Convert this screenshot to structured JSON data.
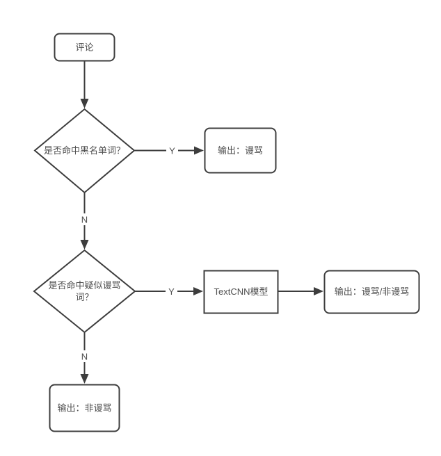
{
  "diagram": {
    "title": "comment-abuse-detection-flowchart",
    "colors": {
      "background": "#ffffff",
      "line": "#3d3d3d",
      "text": "#4f4f4f",
      "node_fill": "#ffffff"
    },
    "nodes": {
      "comment": {
        "label": "评论",
        "type": "rounded-rect"
      },
      "blacklist_check": {
        "label": "是否命中黑名单词？",
        "type": "diamond"
      },
      "output_abuse": {
        "label": "输出：谩骂",
        "type": "rounded-rect"
      },
      "suspect_check": {
        "label_line1": "是否命中疑似谩骂",
        "label_line2": "词？",
        "type": "diamond"
      },
      "textcnn_model": {
        "label": "TextCNN模型",
        "type": "rect"
      },
      "output_abuse_or_not": {
        "label": "输出：谩骂/非谩骂",
        "type": "rounded-rect"
      },
      "output_not_abuse": {
        "label": "输出：非谩骂",
        "type": "rounded-rect"
      }
    },
    "edge_labels": {
      "blacklist_yes": "Y",
      "blacklist_no": "N",
      "suspect_yes": "Y",
      "suspect_no": "N"
    }
  }
}
